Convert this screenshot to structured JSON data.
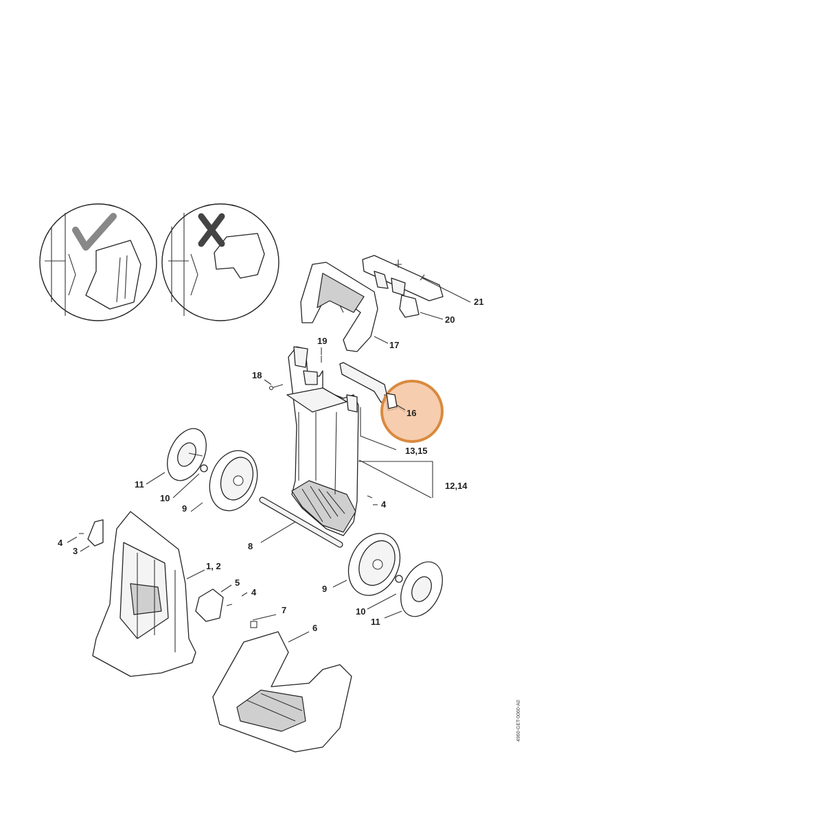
{
  "diagram": {
    "labels": {
      "p21": "21",
      "p20": "20",
      "p17": "17",
      "p19": "19",
      "p18": "18",
      "p16": "16",
      "p13_15": "13,15",
      "p12_14": "12,14",
      "p11a": "11",
      "p10a": "10",
      "p9a": "9",
      "p4a": "4",
      "p8": "8",
      "p4b": "4",
      "p3": "3",
      "p1_2": "1, 2",
      "p5": "5",
      "p4c": "4",
      "p9b": "9",
      "p10b": "10",
      "p11b": "11",
      "p7": "7",
      "p6": "6"
    },
    "drawing_code": "4960-GET-0060-A0",
    "highlight_color": "#f5c4a0",
    "highlight_border": "#d98a3f",
    "highlight_part": "16",
    "detail_views": [
      "correct-check-icon",
      "incorrect-x-icon"
    ]
  }
}
